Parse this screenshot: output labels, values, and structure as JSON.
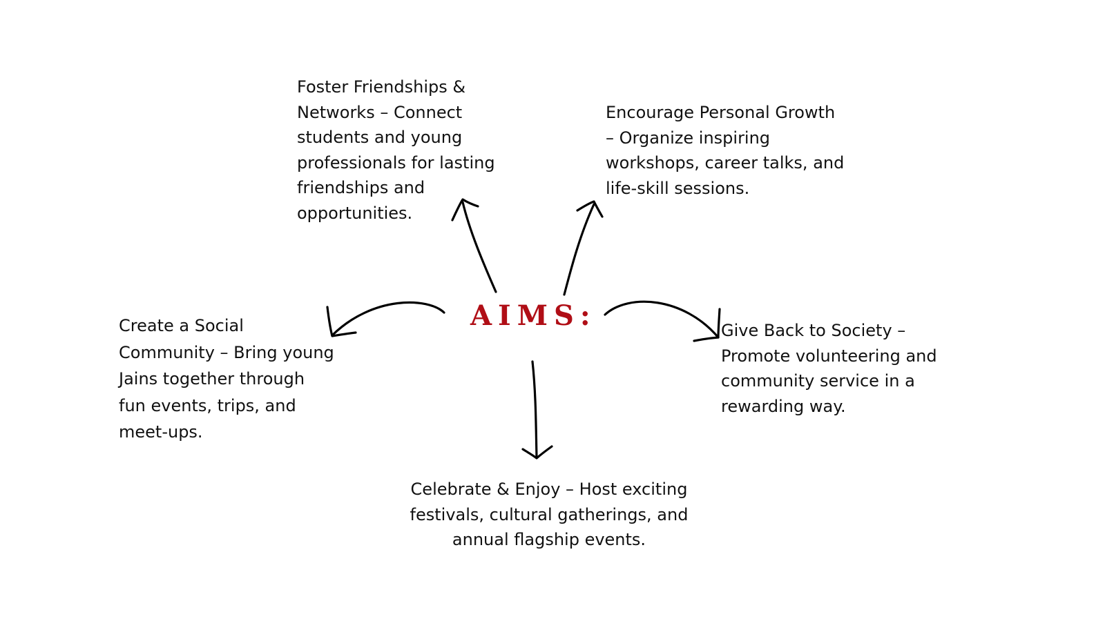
{
  "title": "AIMS:",
  "colors": {
    "title": "#b00e16",
    "text": "#111111",
    "arrow": "#000000",
    "background": "#ffffff"
  },
  "aims": {
    "foster": "Foster Friendships &\nNetworks – Connect\nstudents and young\nprofessionals for lasting\nfriendships and\nopportunities.",
    "growth": "Encourage Personal Growth\n– Organize inspiring\nworkshops, career talks, and\nlife-skill sessions.",
    "social": "Create a Social\nCommunity – Bring young\nJains together through\nfun events, trips, and\nmeet-ups.",
    "give": "Give Back to Society –\nPromote volunteering and\ncommunity service in a\nrewarding way.",
    "celebrate": "Celebrate & Enjoy – Host exciting\nfestivals, cultural gatherings, and\nannual flagship events."
  }
}
